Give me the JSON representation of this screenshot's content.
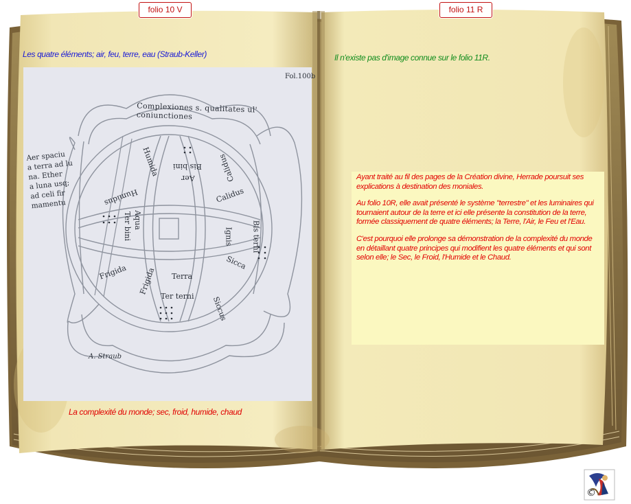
{
  "tabs": {
    "left": "folio 10 V",
    "right": "folio 11 R"
  },
  "left_page": {
    "caption_top": "Les quatre éléments; air, feu, terre, eau  (Straub-Keller)",
    "caption_bottom": "La complexité du monde; sec, froid, humide, chaud",
    "manuscript": {
      "folio_label": "Fol.100b",
      "arc_inscription": "Complexiones s. qualitates ul' coniunctiones",
      "side_inscription": "Aer spaciu\na terra ad lu\nna. Ether\na luna usq;\nad celi fir\nmamentu",
      "signature": "A. Straub",
      "quadrants": {
        "air": {
          "quality": "Humida",
          "element": "Aer",
          "hot": "Calidus",
          "extra": "Bis bini"
        },
        "water": {
          "quality": "Humidus",
          "element": "Aqua",
          "cold": "Frigida",
          "extra": "Ter bini"
        },
        "fire": {
          "quality": "Calidus",
          "element": "Ignis",
          "dry": "Sicca",
          "extra": "Bis terni"
        },
        "earth": {
          "quality": "Frigida",
          "element": "Terra",
          "dry": "Siccus",
          "extra": "Ter terni"
        }
      }
    }
  },
  "right_page": {
    "caption_top": "Il n'existe pas d'image connue sur le folio 11R.",
    "paragraphs": [
      "Ayant traité au fil des pages de la Création divine, Herrade poursuit ses explications à destination des moniales.",
      "Au folio 10R, elle avait présenté le système \"terrestre\" et les luminaires qui tournaient autour de la terre et ici elle présente la constitution de la terre, formée classiquement de quatre éléments; la Terre, l'Air, le Feu et l'Eau.",
      "C'est pourquoi elle prolonge sa démonstration de la complexité du monde en détaillant quatre principes qui modifient les quatre éléments et qui sont selon elle; le Sec, le Froid, l'Humide et le Chaud."
    ]
  },
  "logo": {
    "mark": "©",
    "icon": "copyright-illumination-icon"
  },
  "colors": {
    "page": "#f2e8b4",
    "tab_border": "#c2100f",
    "blue_caption": "#1a1ad6",
    "green_caption": "#0f8c1c",
    "red_text": "#e10000",
    "text_box_bg": "#fbf8c0"
  }
}
